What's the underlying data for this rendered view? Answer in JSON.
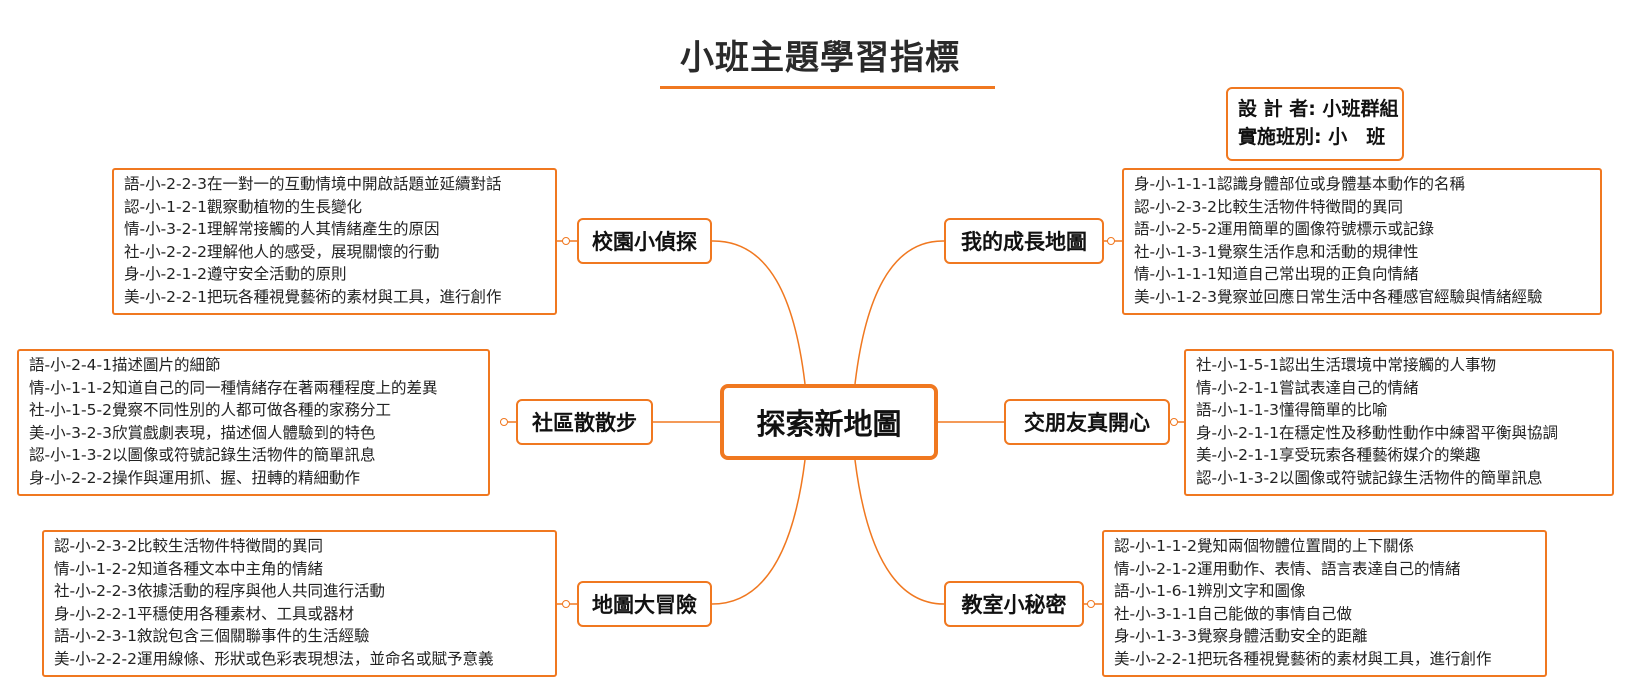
{
  "title": "小班主題學習指標",
  "credits": {
    "designer_label": "設 計 者:",
    "designer_value": "小班群組",
    "class_label": "實施班別:",
    "class_value": "小　班"
  },
  "center": "探索新地圖",
  "branches": {
    "campus": {
      "topic": "校園小偵探",
      "items": [
        "語-小-2-2-3在一對一的互動情境中開啟話題並延續對話",
        "認-小-1-2-1觀察動植物的生長變化",
        "情-小-3-2-1理解常接觸的人其情緒產生的原因",
        "社-小-2-2-2理解他人的感受，展現關懷的行動",
        "身-小-2-1-2遵守安全活動的原則",
        "美-小-2-2-1把玩各種視覺藝術的素材與工具，進行創作"
      ]
    },
    "growth": {
      "topic": "我的成長地圖",
      "items": [
        "身-小-1-1-1認識身體部位或身體基本動作的名稱",
        "認-小-2-3-2比較生活物件特徵間的異同",
        "語-小-2-5-2運用簡單的圖像符號標示或記錄",
        "社-小-1-3-1覺察生活作息和活動的規律性",
        "情-小-1-1-1知道自己常出現的正負向情緒",
        "美-小-1-2-3覺察並回應日常生活中各種感官經驗與情緒經驗"
      ]
    },
    "community": {
      "topic": "社區散散步",
      "items": [
        "語-小-2-4-1描述圖片的細節",
        "情-小-1-1-2知道自己的同一種情緒存在著兩種程度上的差異",
        "社-小-1-5-2覺察不同性別的人都可做各種的家務分工",
        "美-小-3-2-3欣賞戲劇表現，描述個人體驗到的特色",
        "認-小-1-3-2以圖像或符號記錄生活物件的簡單訊息",
        "身-小-2-2-2操作與運用抓、握、扭轉的精細動作"
      ]
    },
    "friends": {
      "topic": "交朋友真開心",
      "items": [
        "社-小-1-5-1認出生活環境中常接觸的人事物",
        "情-小-2-1-1嘗試表達自己的情緒",
        "語-小-1-1-3懂得簡單的比喻",
        "身-小-2-1-1在穩定性及移動性動作中練習平衡與協調",
        "美-小-2-1-1享受玩索各種藝術媒介的樂趣",
        "認-小-1-3-2以圖像或符號記錄生活物件的簡單訊息"
      ]
    },
    "adventure": {
      "topic": "地圖大冒險",
      "items": [
        "認-小-2-3-2比較生活物件特徵間的異同",
        "情-小-1-2-2知道各種文本中主角的情緒",
        "社-小-2-2-3依據活動的程序與他人共同進行活動",
        "身-小-2-2-1平穩使用各種素材、工具或器材",
        "語-小-2-3-1敘說包含三個關聯事件的生活經驗",
        "美-小-2-2-2運用線條、形狀或色彩表現想法，並命名或賦予意義"
      ]
    },
    "classroom": {
      "topic": "教室小秘密",
      "items": [
        "認-小-1-1-2覺知兩個物體位置間的上下關係",
        "情-小-2-1-2運用動作、表情、語言表達自己的情緒",
        "語-小-1-6-1辨別文字和圖像",
        "社-小-3-1-1自己能做的事情自己做",
        "身-小-1-3-3覺察身體活動安全的距離",
        "美-小-2-2-1把玩各種視覺藝術的素材與工具，進行創作"
      ]
    }
  },
  "colors": {
    "accent": "#f07820",
    "text": "#222222"
  }
}
